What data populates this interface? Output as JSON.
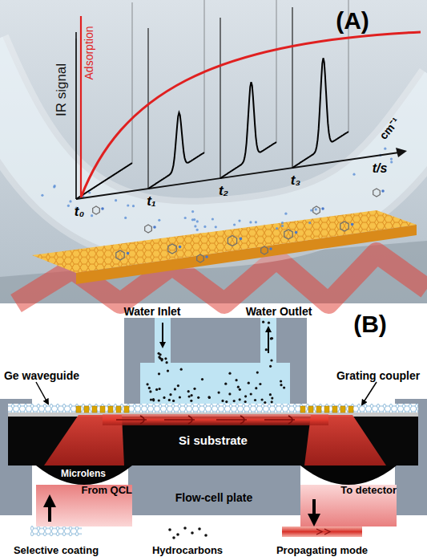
{
  "diagram": {
    "nodes": [
      {
        "text": [
          "Si substrate"
        ]
      },
      {
        "text": [
          "From QCL"
        ]
      },
      {
        "text": [
          "To detector"
        ]
      }
    ],
    "labels": [
      "(A)",
      "IR signal",
      "Adsorption",
      "t₀",
      "t₁",
      "t₂",
      "t₃",
      "cm⁻¹",
      "t/s",
      "(B)",
      "Water Inlet",
      "Water Outlet",
      "Ge waveguide",
      "Grating coupler",
      "Microlens",
      "Flow-cell plate"
    ],
    "legend": [
      {
        "text": "Selective coating"
      },
      {
        "text": "Hydrocarbons"
      },
      {
        "text": "Propagating mode"
      }
    ]
  }
}
